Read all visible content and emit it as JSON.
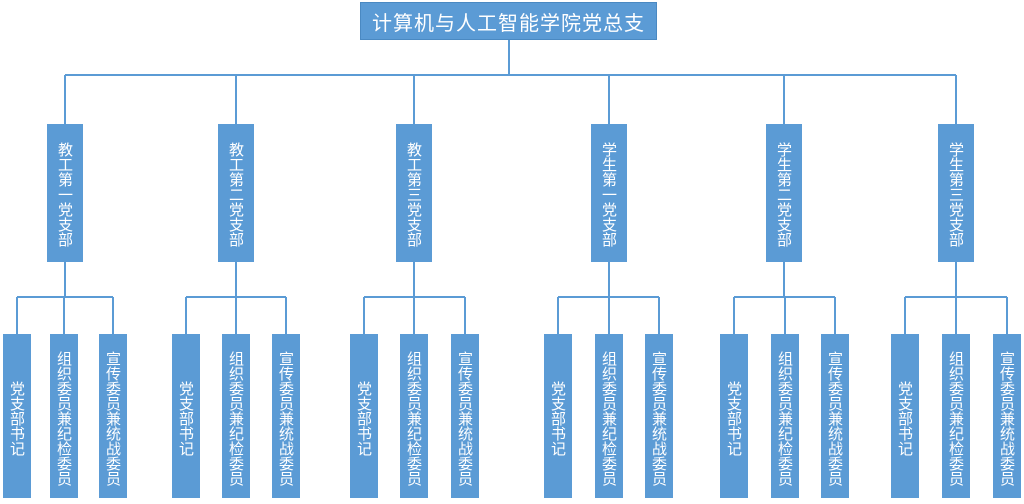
{
  "root": {
    "label": "计算机与人工智能学院党总支"
  },
  "branches": [
    {
      "label": "教工第一党支部",
      "roles": [
        "党支部书记",
        "组织委员兼纪检委员",
        "宣传委员兼统战委员"
      ]
    },
    {
      "label": "教工第二党支部",
      "roles": [
        "党支部书记",
        "组织委员兼纪检委员",
        "宣传委员兼统战委员"
      ]
    },
    {
      "label": "教工第三党支部",
      "roles": [
        "党支部书记",
        "组织委员兼纪检委员",
        "宣传委员兼统战委员"
      ]
    },
    {
      "label": "学生第一党支部",
      "roles": [
        "党支部书记",
        "组织委员兼纪检委员",
        "宣传委员兼统战委员"
      ]
    },
    {
      "label": "学生第二党支部",
      "roles": [
        "党支部书记",
        "组织委员兼纪检委员",
        "宣传委员兼统战委员"
      ]
    },
    {
      "label": "学生第三党支部",
      "roles": [
        "党支部书记",
        "组织委员兼纪检委员",
        "宣传委员兼统战委员"
      ]
    }
  ],
  "colors": {
    "box_fill": "#5b9bd5",
    "connector": "#5b9bd5",
    "text": "#ffffff"
  }
}
